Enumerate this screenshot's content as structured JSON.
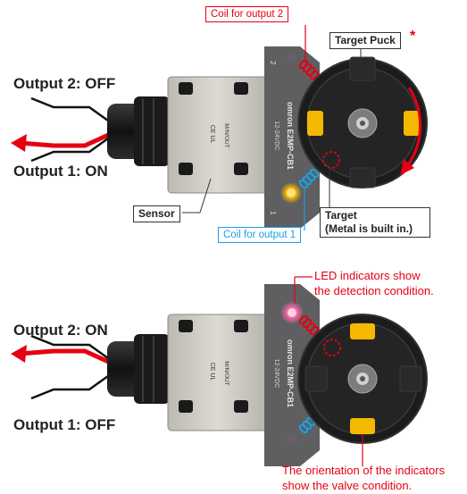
{
  "top": {
    "output2": "Output 2: OFF",
    "output1": "Output 1: ON",
    "coil2_label": "Coil for output 2",
    "coil1_label": "Coil for output 1",
    "target_puck": "Target Puck",
    "asterisk": "*",
    "sensor": "Sensor",
    "target_line1": "Target",
    "target_line2": "(Metal is built in.)",
    "model": "omron E2MP-CB1",
    "spec": "12-24VDC",
    "spec2": "M/N/OUT"
  },
  "bottom": {
    "output2": "Output 2: ON",
    "output1": "Output 1: OFF",
    "led_note_line1": "LED indicators show",
    "led_note_line2": "the detection condition.",
    "orient_note_line1": "The orientation of the indicators",
    "orient_note_line2": "show the valve condition.",
    "model": "omron E2MP-CB1",
    "spec": "12-24VDC",
    "spec2": "M/N/OUT"
  },
  "colors": {
    "signal_red": "#e60012",
    "coil_blue": "#1aa0e0",
    "indicator_yellow": "#f5b800",
    "sensor_body": "#c9c6bf",
    "puck_black": "#1c1c1c"
  }
}
